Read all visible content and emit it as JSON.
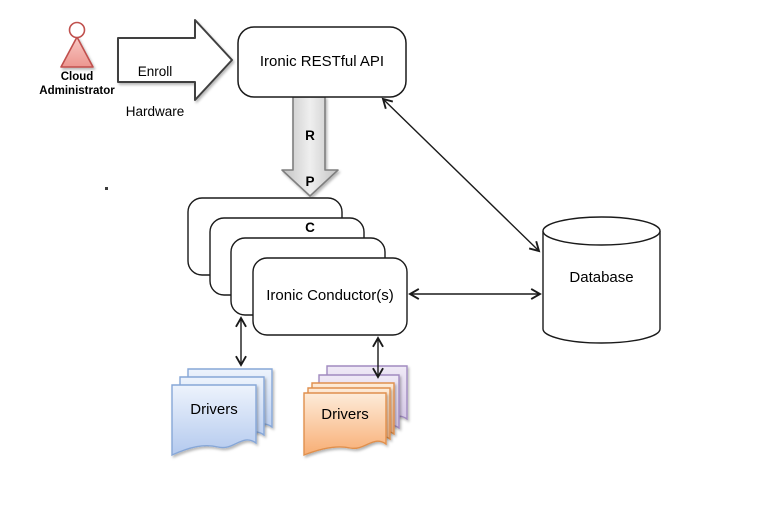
{
  "diagram_labels": {
    "cloud_admin": "Cloud Administrator",
    "enroll": {
      "line1": "Enroll",
      "line2": "Hardware"
    },
    "api": "Ironic RESTful API",
    "rpc": {
      "l1": "R",
      "l2": "P",
      "l3": "C"
    },
    "conductors": "Ironic Conductor(s)",
    "database": "Database",
    "drivers_left": "Drivers",
    "drivers_right": "Drivers"
  },
  "colors": {
    "admin_fill_light": "#f8c8c4",
    "admin_fill_dark": "#ec968f",
    "admin_stroke": "#c0504d",
    "box_stroke": "#1a1a1a",
    "arrow_stroke": "#1a1a1a",
    "block_arrow_stroke": "#3f3f3f",
    "gray_fill_edge": "#c2c2c2",
    "gray_fill_mid": "#efefef",
    "gray_stroke": "#7f7f7f",
    "blue_fill_light": "#edf3fc",
    "blue_fill_dark": "#b3c9ee",
    "blue_stroke": "#87a7d7",
    "orange_fill_light": "#fdebd9",
    "orange_fill_dark": "#f8ae74",
    "orange_stroke": "#e0904e",
    "purple_fill_light": "#efe9f6",
    "purple_fill_dark": "#cfc1e3",
    "purple_stroke": "#a18bc0"
  }
}
